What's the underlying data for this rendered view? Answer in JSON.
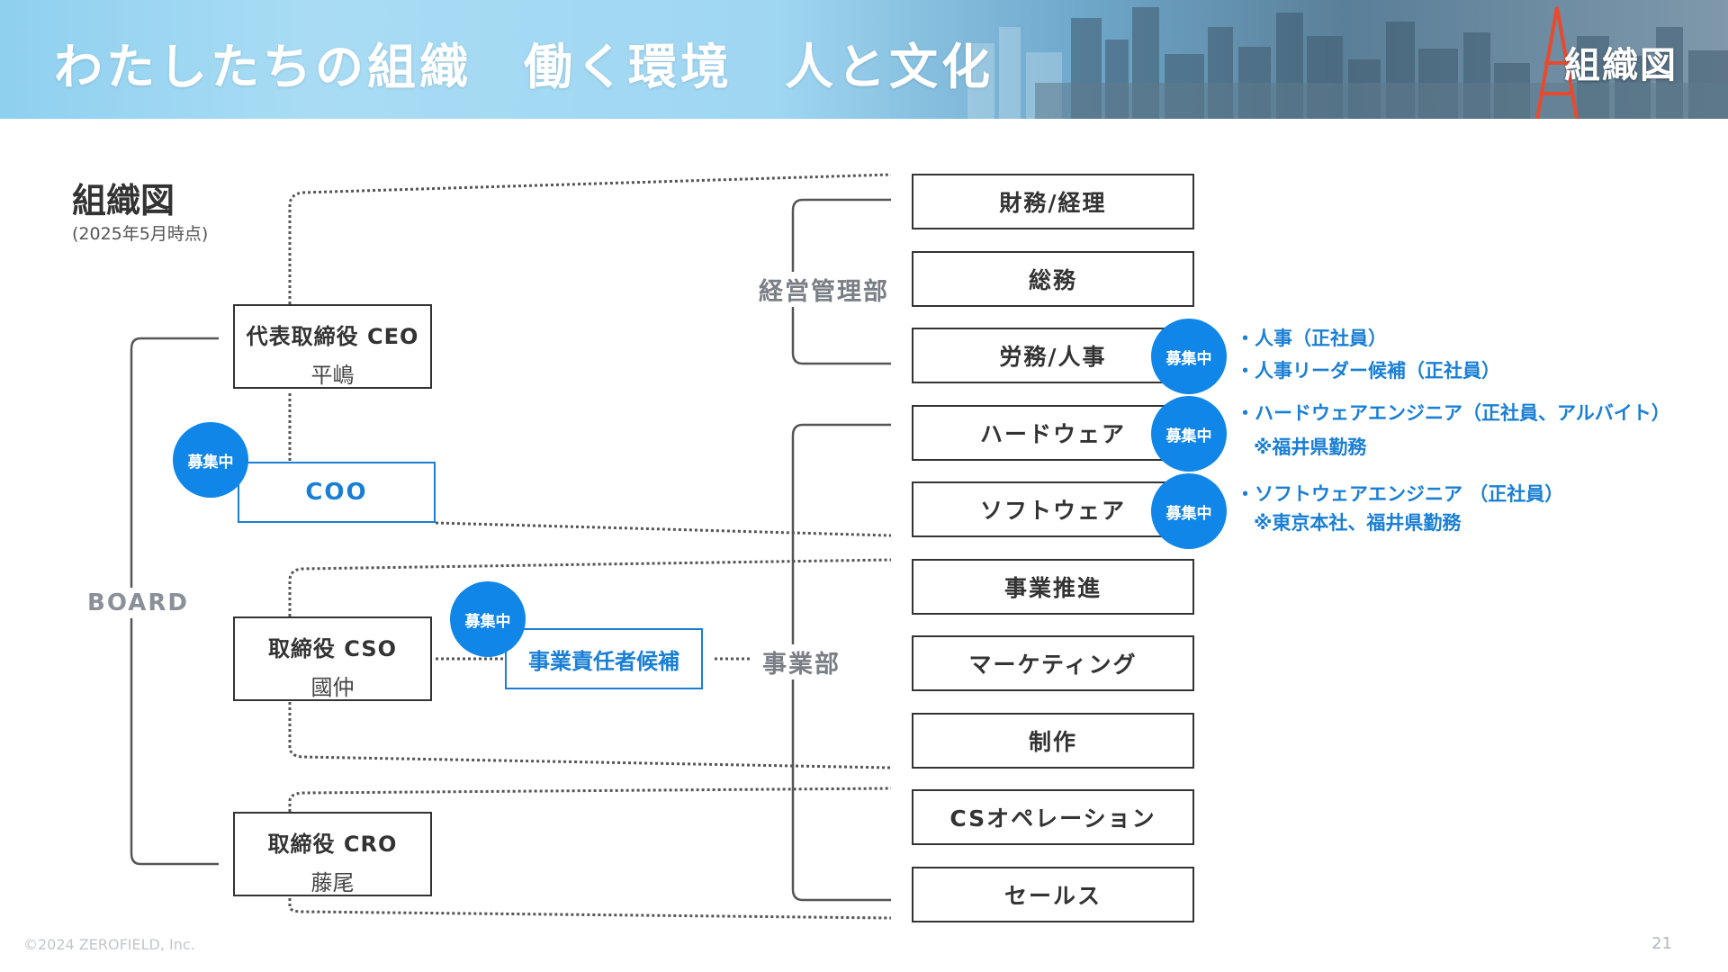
{
  "header": {
    "nav_items": [
      "わたしたちの組織",
      "働く環境",
      "人と文化"
    ],
    "page_label": "組織図"
  },
  "title": "組織図",
  "subtitle": "(2025年5月時点)",
  "board_label": "BOARD",
  "executives": {
    "ceo": {
      "role": "代表取締役 CEO",
      "name": "平嶋"
    },
    "coo": {
      "role": "COO"
    },
    "cso": {
      "role": "取締役 CSO",
      "name": "國仲"
    },
    "cro": {
      "role": "取締役 CRO",
      "name": "藤尾"
    }
  },
  "business_head_candidate": "事業責任者候補",
  "groups": {
    "management": "経営管理部",
    "business": "事業部"
  },
  "departments": [
    "財務/経理",
    "総務",
    "労務/人事",
    "ハードウェア",
    "ソフトウェア",
    "事業推進",
    "マーケティング",
    "制作",
    "CSオペレーション",
    "セールス"
  ],
  "badge_text": "募集中",
  "openings": {
    "hr": [
      "・人事（正社員）",
      "・人事リーダー候補（正社員）"
    ],
    "hardware": [
      "・ハードウェアエンジニア（正社員、アルバイト）",
      "※福井県勤務"
    ],
    "software": [
      "・ソフトウェアエンジニア （正社員）",
      "※東京本社、福井県勤務"
    ]
  },
  "footer": {
    "copyright": "©2024 ZEROFIELD, Inc.",
    "page_number": "21"
  },
  "colors": {
    "accent": "#0f86e8",
    "accent_text": "#1a7fd4",
    "box_border": "#333333",
    "connector": "#555555",
    "muted_label": "#7a7f86"
  }
}
